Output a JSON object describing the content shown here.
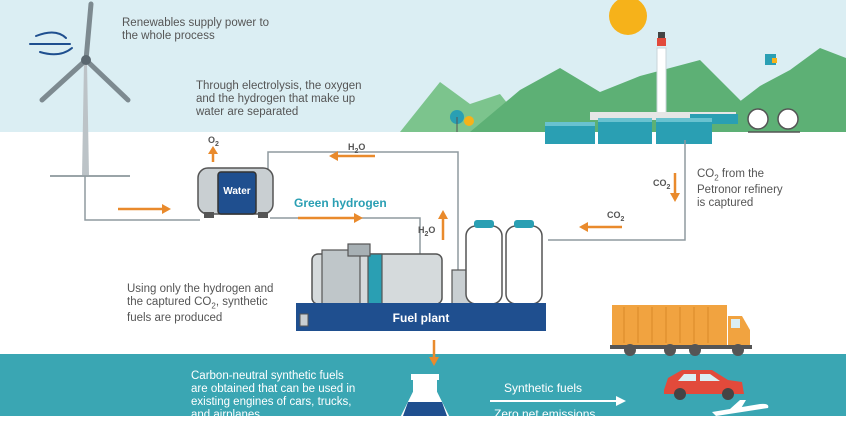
{
  "notes": {
    "renewables": "Renewables supply power to\nthe whole process",
    "electrolysis": "Through electrolysis, the oxygen\nand the hydrogen that make up\nwater are separated",
    "co2_refinery_line1": "CO",
    "co2_refinery_sub": "2",
    "co2_refinery_rest": " from the\nPetronor refinery\nis captured",
    "synthesis_line1": "Using only the hydrogen and",
    "synthesis_line2a": "the captured CO",
    "synthesis_line2_sub": "2",
    "synthesis_line2b": ", synthetic",
    "synthesis_line3": "fuels are produced",
    "carbon_neutral": "Carbon-neutral synthetic fuels\nare obtained that can be used in\nexisting engines of cars, trucks,\nand airplanes"
  },
  "labels": {
    "water": "Water",
    "green_hydrogen": "Green hydrogen",
    "fuel_plant": "Fuel plant",
    "synthetic_fuels": "Synthetic fuels",
    "zero_net_emissions": "Zero net emissions"
  },
  "chemicals": {
    "o2_main": "O",
    "o2_sub": "2",
    "h2o_top_main": "H",
    "h2o_top_sub": "2",
    "h2o_top_end": "O",
    "h2o_side_main": "H",
    "h2o_side_sub": "2",
    "h2o_side_end": "O",
    "co2_vertical_main": "CO",
    "co2_vertical_sub": "2",
    "co2_horizontal_main": "CO",
    "co2_horizontal_sub": "2"
  },
  "colors": {
    "sky": "#dbeef3",
    "mountains": "#5db075",
    "mountains_light": "#7cc48d",
    "orange": "#e98a2c",
    "teal": "#2a9fb3",
    "navy": "#1f4f8f",
    "sun": "#f6b21a",
    "bottom_band": "#3aa6b3",
    "truck": "#f1a340",
    "car": "#e24a3b"
  }
}
